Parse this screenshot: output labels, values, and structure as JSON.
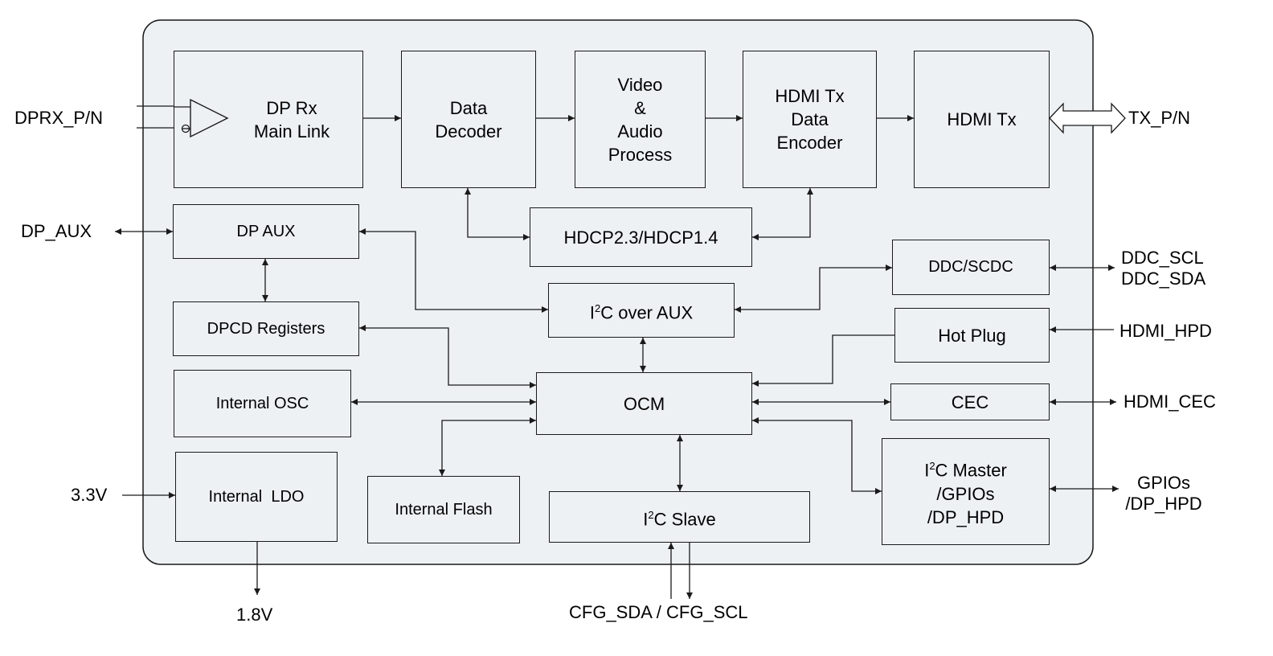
{
  "blocks": {
    "dp_rx": [
      "DP Rx",
      "Main Link"
    ],
    "data_decoder": [
      "Data",
      "Decoder"
    ],
    "video_audio": [
      "Video",
      "&",
      "Audio",
      "Process"
    ],
    "hdmi_encoder": [
      "HDMI Tx",
      "Data",
      "Encoder"
    ],
    "hdmi_tx": "HDMI Tx",
    "dp_aux": "DP AUX",
    "hdcp": "HDCP2.3/HDCP1.4",
    "ddc_scdc": "DDC/SCDC",
    "i2c_over_aux": {
      "pre": "I",
      "sup": "2",
      "post": "C over AUX"
    },
    "dpcd": "DPCD Registers",
    "hot_plug": "Hot Plug",
    "internal_osc": "Internal OSC",
    "ocm": "OCM",
    "cec": "CEC",
    "i2c_master": {
      "pre": "I",
      "sup": "2",
      "post": "C Master",
      "lines": [
        "/GPIOs",
        "/DP_HPD"
      ]
    },
    "internal_ldo": "Internal  LDO",
    "internal_flash": "Internal Flash",
    "i2c_slave": {
      "pre": "I",
      "sup": "2",
      "post": "C Slave"
    }
  },
  "signals": {
    "dprx": "DPRX_P/N",
    "tx": "TX_P/N",
    "dp_aux": "DP_AUX",
    "ddc": [
      "DDC_SCL",
      "DDC_SDA"
    ],
    "hdmi_hpd": "HDMI_HPD",
    "hdmi_cec": "HDMI_CEC",
    "gpios": [
      "GPIOs",
      "/DP_HPD"
    ],
    "v33": "3.3V",
    "v18": "1.8V",
    "cfg": "CFG_SDA / CFG_SCL"
  },
  "colors": {
    "chip_fill": "#edf1f4",
    "block_fill": "#edf1f4",
    "line": "#1a1a1a"
  }
}
